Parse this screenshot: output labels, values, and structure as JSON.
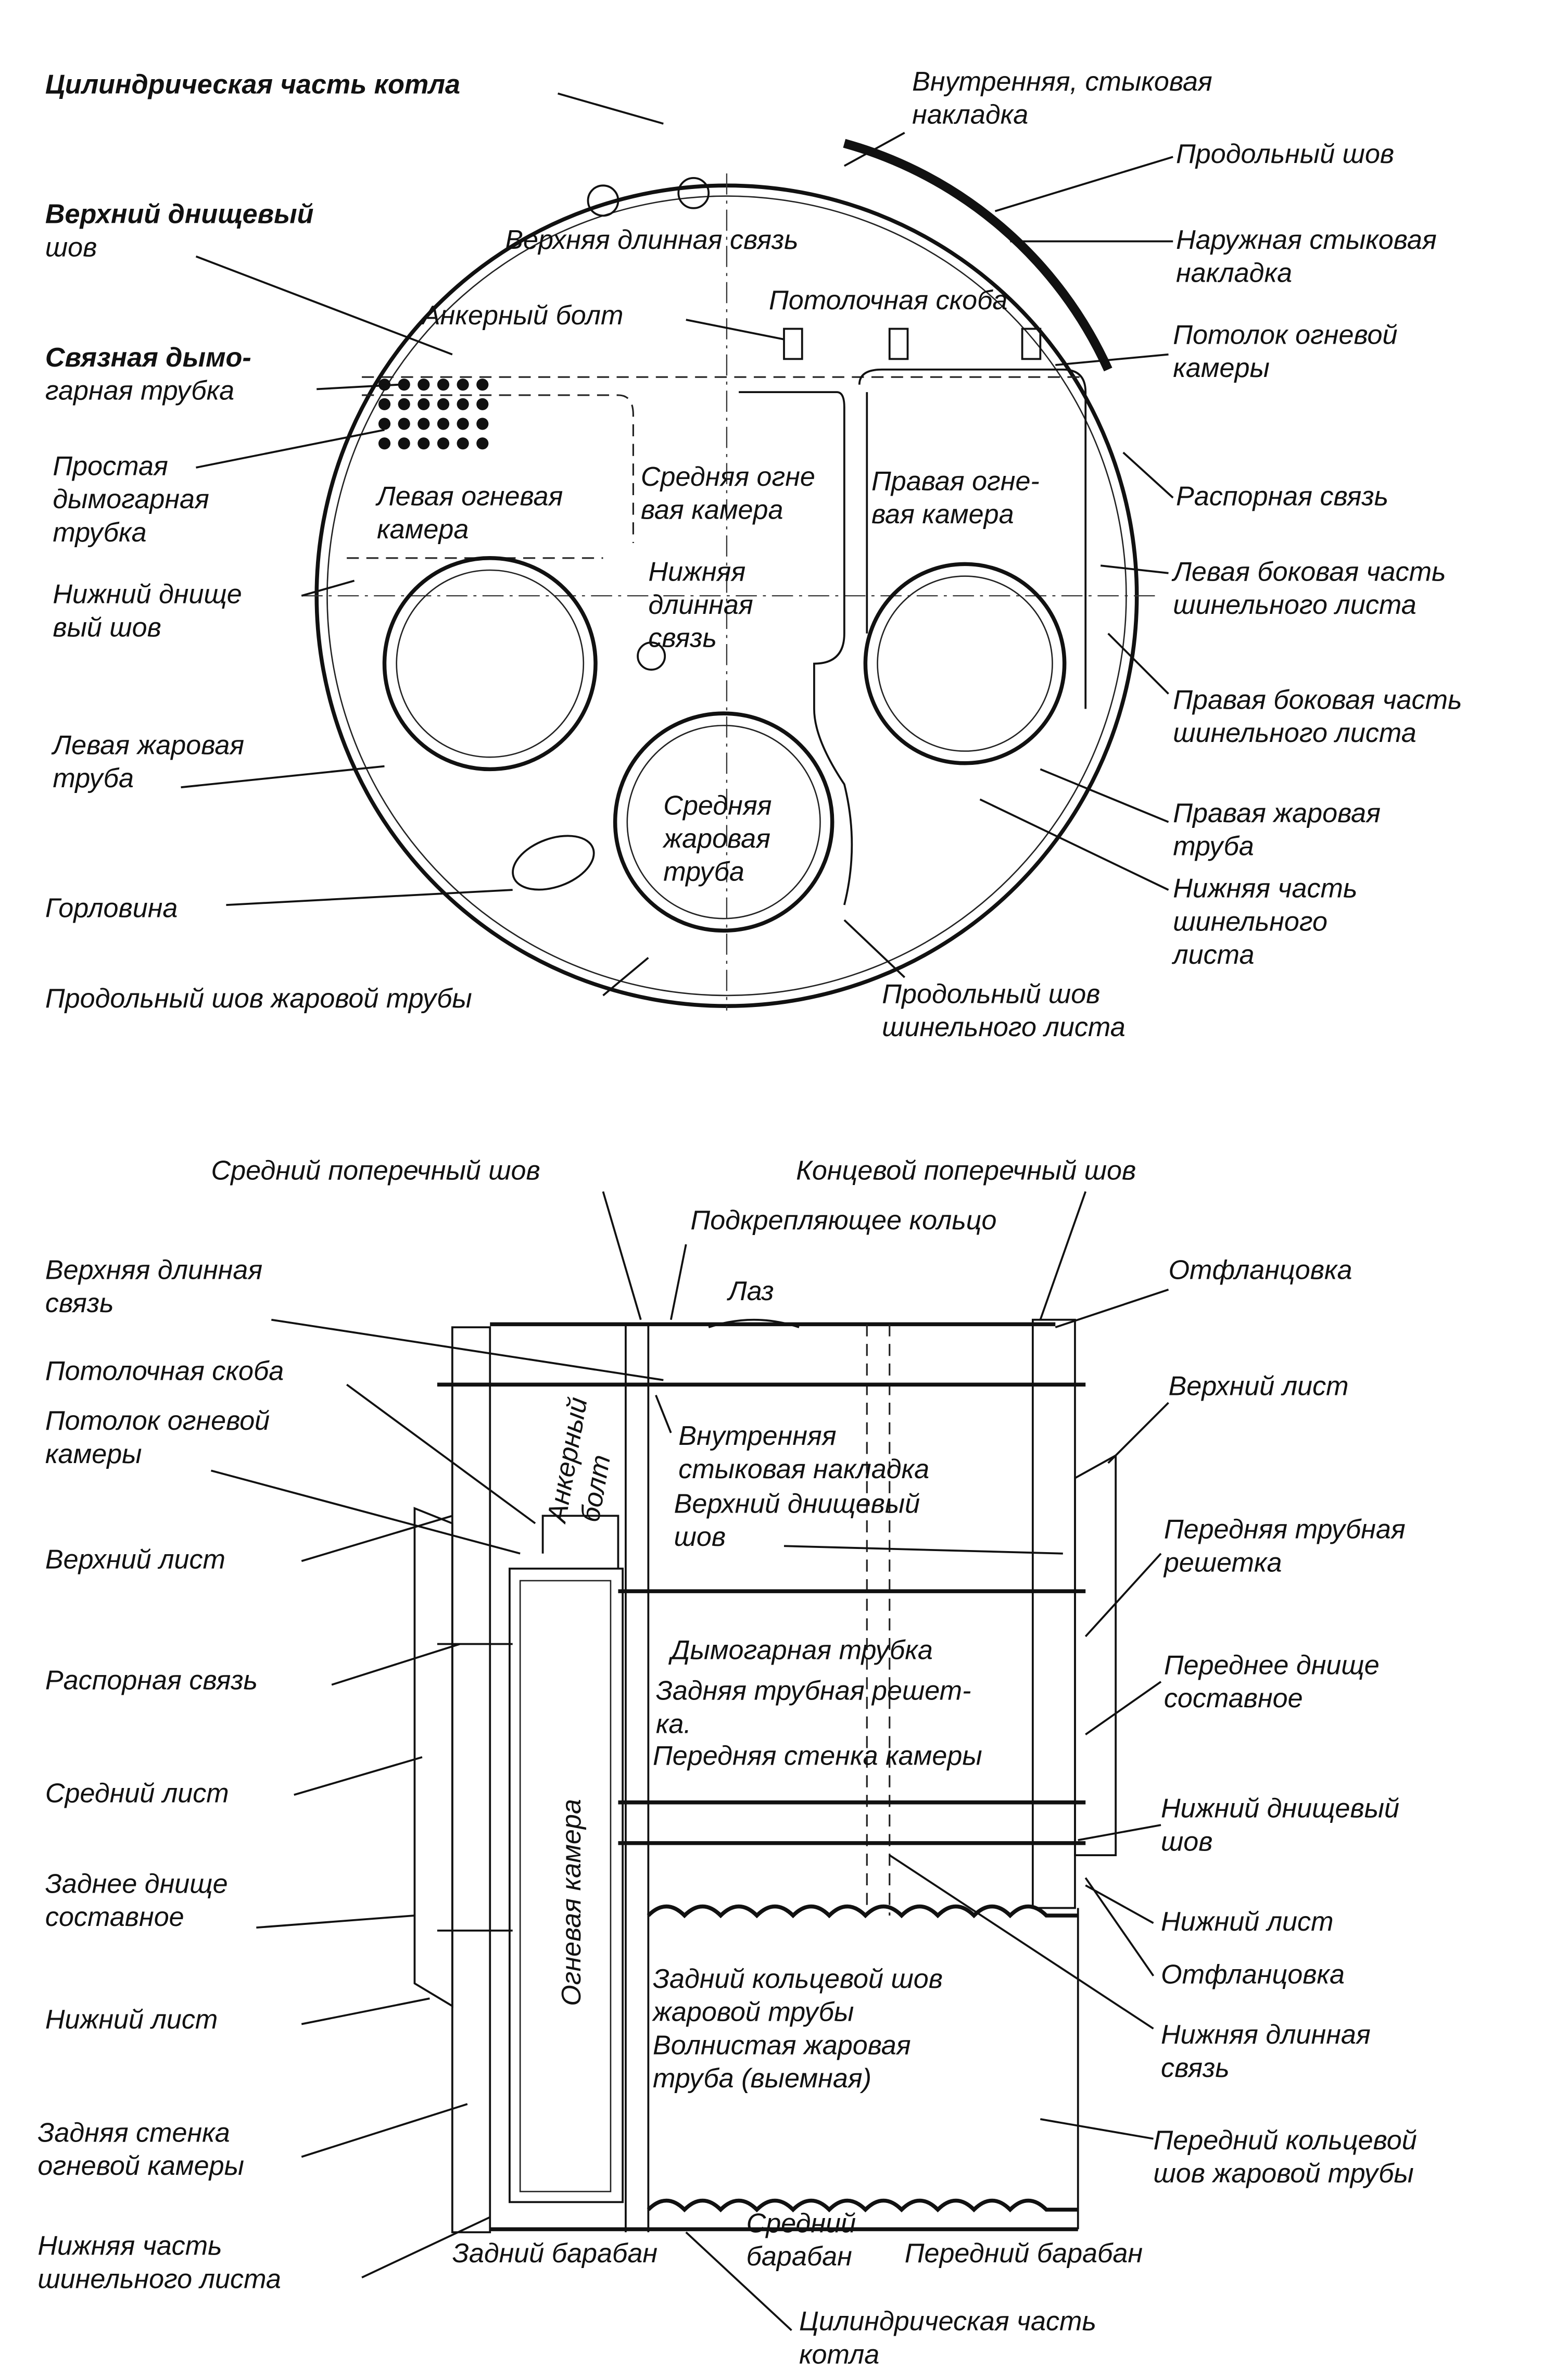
{
  "top_view": {
    "labels": {
      "cyl_part": [
        "Цилиндрическая часть котла"
      ],
      "inner_strap": [
        "Внутренняя, стыковая",
        "накладка"
      ],
      "long_seam": [
        "Продольный шов"
      ],
      "outer_strap": [
        "Наружная стыковая",
        "накладка"
      ],
      "upper_head_seam": [
        "Верхний днищевый",
        "шов"
      ],
      "upper_long_stay": [
        "Верхняя длинная связь"
      ],
      "anchor_bolt": [
        "Анкерный болт"
      ],
      "ceiling_bracket": [
        "Потолочная скоба"
      ],
      "firebox_ceiling": [
        "Потолок огневой",
        "камеры"
      ],
      "stay_tube": [
        "Связная дымо-",
        "гарная трубка"
      ],
      "plain_tube": [
        "Простая",
        "дымогарная",
        "трубка"
      ],
      "left_chamber": [
        "Левая огневая",
        "камера"
      ],
      "middle_chamber": [
        "Средняя огне",
        "вая камера"
      ],
      "right_chamber": [
        "Правая огне-",
        "вая камера"
      ],
      "spacer_stay": [
        "Распорная связь"
      ],
      "lower_head_seam": [
        "Нижний днище",
        "вый шов"
      ],
      "lower_long_stay": [
        "Нижняя",
        "длинная",
        "связь"
      ],
      "left_side_sheet": [
        "Левая боковая часть",
        "шинельного листа"
      ],
      "right_side_sheet": [
        "Правая боковая часть",
        "шинельного листа"
      ],
      "left_flue": [
        "Левая жаровая",
        "труба"
      ],
      "middle_flue": [
        "Средняя",
        "жаровая",
        "труба"
      ],
      "right_flue": [
        "Правая жаровая",
        "труба"
      ],
      "lower_sheet_part": [
        "Нижняя часть",
        "шинельного",
        "листа"
      ],
      "manhole": [
        "Горловина"
      ],
      "flue_long_seam": [
        "Продольный шов жаровой трубы"
      ],
      "sheet_long_seam": [
        "Продольный шов",
        "шинельного листа"
      ]
    }
  },
  "side_view": {
    "labels": {
      "mid_circ_seam": [
        "Средний поперечный шов"
      ],
      "end_circ_seam": [
        "Концевой поперечный шов"
      ],
      "stiff_ring": [
        "Подкрепляющее кольцо"
      ],
      "manhole": [
        "Лаз"
      ],
      "upper_long_stay": [
        "Верхняя длинная",
        "связь"
      ],
      "flange_top": [
        "Отфланцовка"
      ],
      "ceiling_bracket": [
        "Потолочная скоба"
      ],
      "firebox_ceiling": [
        "Потолок огневой",
        "камеры"
      ],
      "anchor_bolt": [
        "Анкерный",
        "болт"
      ],
      "inner_strap": [
        "Внутренняя",
        "стыковая накладка"
      ],
      "upper_sheet_right": [
        "Верхний лист"
      ],
      "upper_head_seam": [
        "Верхний днищевый",
        "шов"
      ],
      "front_tube_plate": [
        "Передняя трубная",
        "решетка"
      ],
      "upper_sheet_left": [
        "Верхний лист"
      ],
      "smoke_tube": [
        "Дымогарная трубка"
      ],
      "spacer_stay": [
        "Распорная связь"
      ],
      "rear_tube_plate": [
        "Задняя трубная решет-",
        "ка."
      ],
      "chamber_front_wall": [
        "Передняя стенка камеры"
      ],
      "front_head": [
        "Переднее днище",
        "составное"
      ],
      "firebox": [
        "Огневая камера"
      ],
      "middle_sheet": [
        "Средний лист"
      ],
      "lower_head_seam": [
        "Нижний днищевый",
        "шов"
      ],
      "rear_head": [
        "Заднее днище",
        "составное"
      ],
      "lower_sheet_right": [
        "Нижний лист"
      ],
      "flange_bottom": [
        "Отфланцовка"
      ],
      "lower_sheet_left": [
        "Нижний лист"
      ],
      "rear_flue_seam": [
        "Задний кольцевой шов",
        "жаровой трубы"
      ],
      "corrugated_flue": [
        "Волнистая жаровая",
        "труба (выемная)"
      ],
      "lower_long_stay": [
        "Нижняя длинная",
        "связь"
      ],
      "chamber_rear_wall": [
        "Задняя стенка",
        "огневой камеры"
      ],
      "front_flue_seam": [
        "Передний кольцевой",
        "шов жаровой трубы"
      ],
      "middle_drum": [
        "Средний",
        "барабан"
      ],
      "rear_drum": [
        "Задний барабан"
      ],
      "front_drum": [
        "Передний барабан"
      ],
      "lower_sheet_part": [
        "Нижняя часть",
        "шинельного листа"
      ],
      "cyl_part": [
        "Цилиндрическая часть",
        "котла"
      ]
    }
  }
}
